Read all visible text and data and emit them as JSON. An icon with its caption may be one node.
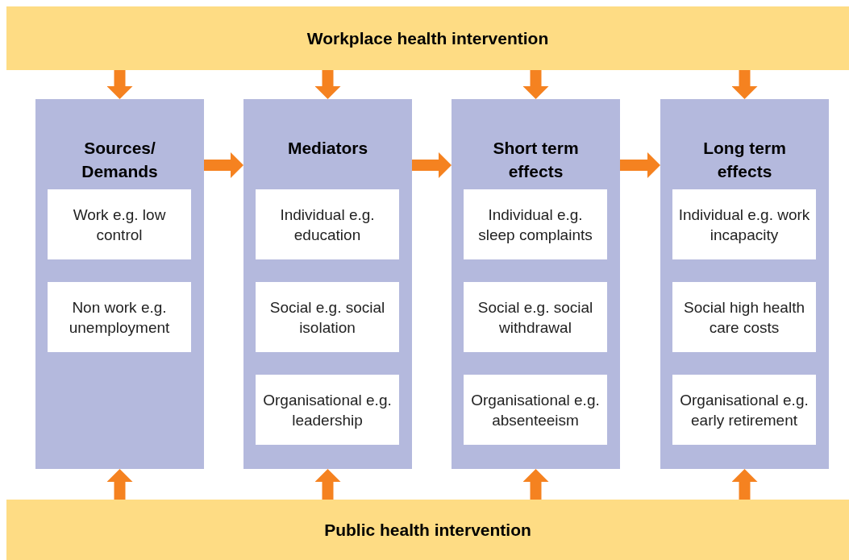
{
  "diagram": {
    "nodes": [
      {
        "text": [
          "Workplace health intervention"
        ]
      },
      {
        "text": [
          "Sources/ Demands"
        ]
      },
      {
        "text": [
          "Work e.g. low control"
        ],
        "in": 1
      },
      {
        "text": [
          "Non work e.g. unemployment"
        ],
        "in": 1
      },
      {
        "text": [
          "Mediators"
        ]
      },
      {
        "text": [
          "Individual e.g. education"
        ],
        "in": 4
      },
      {
        "text": [
          "Social e.g. social isolation"
        ],
        "in": 4
      },
      {
        "text": [
          "Organisational e.g. leadership"
        ],
        "in": 4
      },
      {
        "text": [
          "Short term effects"
        ]
      },
      {
        "text": [
          "Individual e.g. sleep complaints"
        ],
        "in": 8
      },
      {
        "text": [
          "Social e.g. social withdrawal"
        ],
        "in": 8
      },
      {
        "text": [
          "Organisational e.g. absenteeism"
        ],
        "in": 8
      },
      {
        "text": [
          "Long term effects"
        ]
      },
      {
        "text": [
          "Individual e.g. work incapacity"
        ],
        "in": 12
      },
      {
        "text": [
          "Social high health care costs"
        ],
        "in": 12
      },
      {
        "text": [
          "Organisational e.g. early retirement"
        ],
        "in": 12
      },
      {
        "text": [
          "Public health intervention"
        ]
      }
    ],
    "edges": [
      {
        "from": 0,
        "to": 1,
        "arrow": "to"
      },
      {
        "from": 0,
        "to": 4,
        "arrow": "to"
      },
      {
        "from": 0,
        "to": 8,
        "arrow": "to"
      },
      {
        "from": 0,
        "to": 12,
        "arrow": "to"
      },
      {
        "from": 1,
        "to": 4,
        "arrow": "to"
      },
      {
        "from": 4,
        "to": 8,
        "arrow": "to"
      },
      {
        "from": 8,
        "to": 12,
        "arrow": "to"
      },
      {
        "from": 16,
        "to": 1,
        "arrow": "to"
      },
      {
        "from": 16,
        "to": 4,
        "arrow": "to"
      },
      {
        "from": 16,
        "to": 8,
        "arrow": "to"
      },
      {
        "from": 16,
        "to": 12,
        "arrow": "to"
      }
    ]
  }
}
